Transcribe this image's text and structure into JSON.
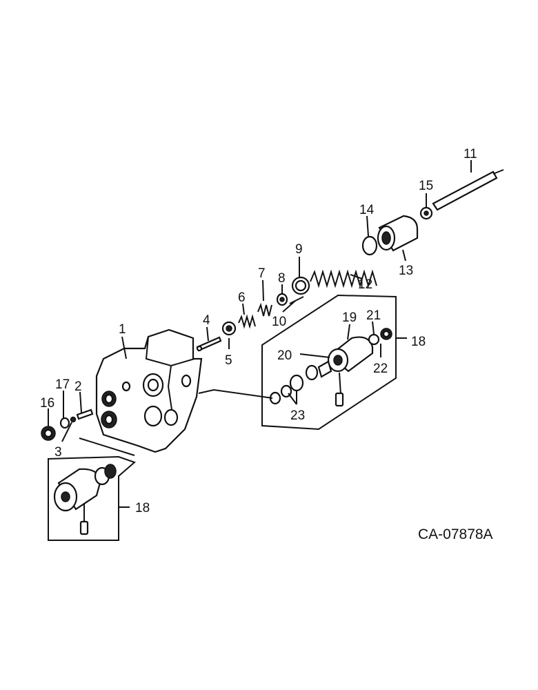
{
  "drawing_code": "CA07878A",
  "drawing_code_display": "CA-07878A",
  "callouts": {
    "c1": "1",
    "c2": "2",
    "c3": "3",
    "c4": "4",
    "c5": "5",
    "c6": "6",
    "c7": "7",
    "c8": "8",
    "c9": "9",
    "c10": "10",
    "c11": "11",
    "c12": "12",
    "c13": "13",
    "c14": "14",
    "c15": "15",
    "c16": "16",
    "c17": "17",
    "c18a": "18",
    "c18b": "18",
    "c19": "19",
    "c20": "20",
    "c21": "21",
    "c22": "22",
    "c23": "23"
  }
}
